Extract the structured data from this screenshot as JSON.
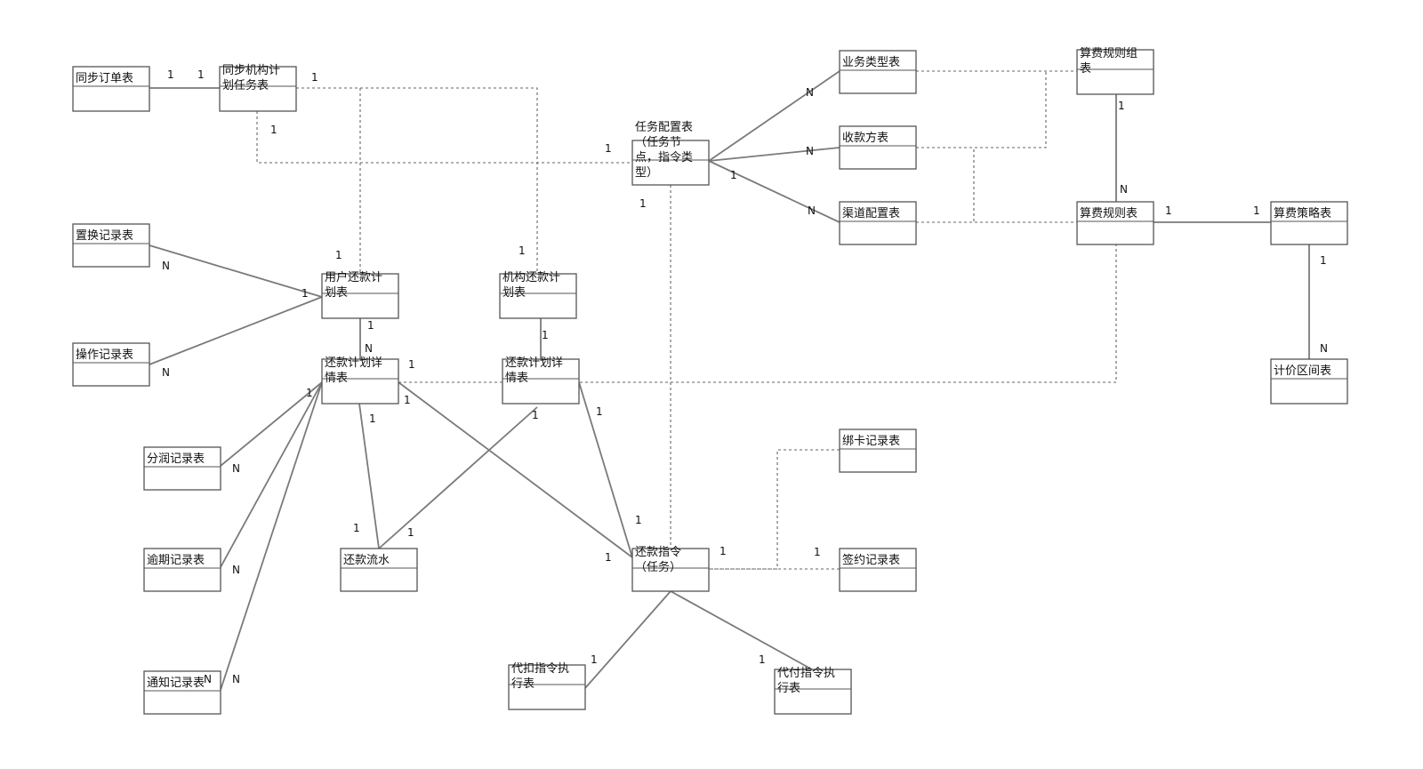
{
  "diagram": {
    "entities": [
      {
        "id": "tongbu_dingdan",
        "lines": [
          "同步订单表"
        ]
      },
      {
        "id": "tongbu_jigou",
        "lines": [
          "同步机构计",
          "划任务表"
        ]
      },
      {
        "id": "zhihuan",
        "lines": [
          "置换记录表"
        ]
      },
      {
        "id": "caozuo",
        "lines": [
          "操作记录表"
        ]
      },
      {
        "id": "yonghu_huankuan",
        "lines": [
          "用户还款计",
          "划表"
        ]
      },
      {
        "id": "jigou_huankuan",
        "lines": [
          "机构还款计",
          "划表"
        ]
      },
      {
        "id": "xiangqing_1",
        "lines": [
          "还款计划详",
          "情表"
        ]
      },
      {
        "id": "xiangqing_2",
        "lines": [
          "还款计划详",
          "情表"
        ]
      },
      {
        "id": "fenrun",
        "lines": [
          "分润记录表"
        ]
      },
      {
        "id": "yuqi",
        "lines": [
          "逾期记录表"
        ]
      },
      {
        "id": "tongzhi",
        "lines": [
          "通知记录表"
        ]
      },
      {
        "id": "liushui",
        "lines": [
          "还款流水"
        ]
      },
      {
        "id": "renwu_peizhi",
        "lines": [
          "任务配置表",
          "（任务节",
          "点，指令类",
          "型）"
        ]
      },
      {
        "id": "yewu_leixing",
        "lines": [
          "业务类型表"
        ]
      },
      {
        "id": "shoukuanfang",
        "lines": [
          "收款方表"
        ]
      },
      {
        "id": "qudao",
        "lines": [
          "渠道配置表"
        ]
      },
      {
        "id": "guize_zu",
        "lines": [
          "算费规则组",
          "表"
        ]
      },
      {
        "id": "guize",
        "lines": [
          "算费规则表"
        ]
      },
      {
        "id": "celue",
        "lines": [
          "算费策略表"
        ]
      },
      {
        "id": "qujian",
        "lines": [
          "计价区间表"
        ]
      },
      {
        "id": "bangka",
        "lines": [
          "绑卡记录表"
        ]
      },
      {
        "id": "qianyue",
        "lines": [
          "签约记录表"
        ]
      },
      {
        "id": "zhiling",
        "lines": [
          "还款指令",
          "（任务）"
        ]
      },
      {
        "id": "daikou",
        "lines": [
          "代扣指令执",
          "行表"
        ]
      },
      {
        "id": "daifu",
        "lines": [
          "代付指令执",
          "行表"
        ]
      }
    ],
    "relations": [
      {
        "from": "tongbu_dingdan",
        "to": "tongbu_jigou",
        "style": "solid",
        "from_card": "1",
        "to_card": "1"
      },
      {
        "from": "tongbu_jigou",
        "to": "renwu_peizhi",
        "style": "dashed",
        "from_card": "1",
        "to_card": "1"
      },
      {
        "from": "tongbu_jigou",
        "to": "yonghu_huankuan",
        "style": "dashed",
        "from_card": "1",
        "to_card": "1"
      },
      {
        "from": "tongbu_jigou",
        "to": "jigou_huankuan",
        "style": "dashed",
        "from_card": "",
        "to_card": "1"
      },
      {
        "from": "zhihuan",
        "to": "yonghu_huankuan",
        "style": "solid",
        "from_card": "N",
        "to_card": "1"
      },
      {
        "from": "caozuo",
        "to": "yonghu_huankuan",
        "style": "solid",
        "from_card": "N",
        "to_card": ""
      },
      {
        "from": "yonghu_huankuan",
        "to": "xiangqing_1",
        "style": "solid",
        "from_card": "1",
        "to_card": "N"
      },
      {
        "from": "jigou_huankuan",
        "to": "xiangqing_2",
        "style": "solid",
        "from_card": "1",
        "to_card": ""
      },
      {
        "from": "xiangqing_1",
        "to": "fenrun",
        "style": "solid",
        "from_card": "1",
        "to_card": "N"
      },
      {
        "from": "xiangqing_1",
        "to": "yuqi",
        "style": "solid",
        "from_card": "",
        "to_card": "N"
      },
      {
        "from": "xiangqing_1",
        "to": "tongzhi",
        "style": "solid",
        "from_card": "",
        "to_card": "N"
      },
      {
        "from": "xiangqing_1",
        "to": "liushui",
        "style": "solid",
        "from_card": "1",
        "to_card": "1"
      },
      {
        "from": "xiangqing_2",
        "to": "liushui",
        "style": "solid",
        "from_card": "1",
        "to_card": "1"
      },
      {
        "from": "xiangqing_1",
        "to": "zhiling",
        "style": "solid",
        "from_card": "1",
        "to_card": "1"
      },
      {
        "from": "xiangqing_2",
        "to": "zhiling",
        "style": "solid",
        "from_card": "1",
        "to_card": "1"
      },
      {
        "from": "xiangqing_1",
        "to": "guize",
        "style": "dashed",
        "from_card": "1",
        "to_card": ""
      },
      {
        "from": "renwu_peizhi",
        "to": "yewu_leixing",
        "style": "solid",
        "from_card": "",
        "to_card": "N"
      },
      {
        "from": "renwu_peizhi",
        "to": "shoukuanfang",
        "style": "solid",
        "from_card": "",
        "to_card": "N"
      },
      {
        "from": "renwu_peizhi",
        "to": "qudao",
        "style": "solid",
        "from_card": "1",
        "to_card": "N"
      },
      {
        "from": "renwu_peizhi",
        "to": "zhiling",
        "style": "dashed",
        "from_card": "1",
        "to_card": ""
      },
      {
        "from": "yewu_leixing",
        "to": "guize_zu",
        "style": "dashed",
        "from_card": "",
        "to_card": ""
      },
      {
        "from": "shoukuanfang",
        "to": "guize_zu",
        "style": "dashed",
        "from_card": "",
        "to_card": ""
      },
      {
        "from": "qudao",
        "to": "guize_zu",
        "style": "dashed",
        "from_card": "",
        "to_card": ""
      },
      {
        "from": "qudao",
        "to": "guize",
        "style": "dashed",
        "from_card": "",
        "to_card": ""
      },
      {
        "from": "shoukuanfang",
        "to": "guize",
        "style": "dashed",
        "from_card": "",
        "to_card": ""
      },
      {
        "from": "guize_zu",
        "to": "guize",
        "style": "solid",
        "from_card": "1",
        "to_card": "N"
      },
      {
        "from": "guize",
        "to": "celue",
        "style": "solid",
        "from_card": "1",
        "to_card": "1"
      },
      {
        "from": "celue",
        "to": "qujian",
        "style": "solid",
        "from_card": "1",
        "to_card": "N"
      },
      {
        "from": "bangka",
        "to": "zhiling",
        "style": "dashed",
        "from_card": "",
        "to_card": ""
      },
      {
        "from": "zhiling",
        "to": "qianyue",
        "style": "dashed",
        "from_card": "1",
        "to_card": "1"
      },
      {
        "from": "zhiling",
        "to": "daikou",
        "style": "solid",
        "from_card": "",
        "to_card": "1"
      },
      {
        "from": "zhiling",
        "to": "daifu",
        "style": "solid",
        "from_card": "",
        "to_card": "1"
      }
    ],
    "stray_labels": [
      "N"
    ]
  }
}
